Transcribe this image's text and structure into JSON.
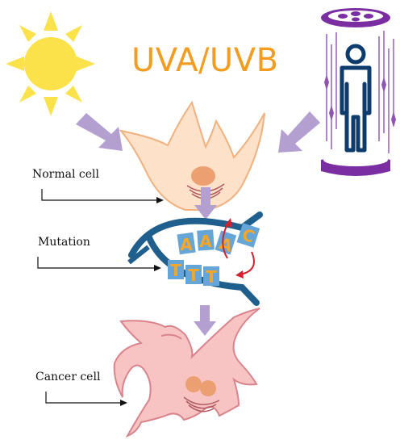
{
  "title": {
    "text": "UVA/UVB",
    "color": "#f39c1f"
  },
  "labels": {
    "normal_cell": "Normal cell",
    "mutation": "Mutation",
    "cancer_cell": "Cancer cell"
  },
  "dna": {
    "top_bases": [
      "A",
      "A",
      "A"
    ],
    "bottom_bases": [
      "T",
      "T",
      "T"
    ],
    "mutated_base": "C"
  },
  "colors": {
    "sun": "#fbe24a",
    "arrow_purple": "#b49fd1",
    "normal_cell_fill": "#fde1c8",
    "normal_cell_stroke": "#f1b17f",
    "cancer_cell_fill": "#f8c4c3",
    "cancer_cell_stroke": "#d9848c",
    "nucleus": "#eca072",
    "dna_strand": "#1f5f8e",
    "dna_base_box": "#66a5d8",
    "dna_base_text": "#f4a72a",
    "mutation_arrow": "#d2202f",
    "tanning_bed_purple": "#7a2ea1",
    "person_navy": "#0d3b6b"
  },
  "icons": [
    "sun-icon",
    "tanning-bed-icon",
    "person-icon"
  ]
}
